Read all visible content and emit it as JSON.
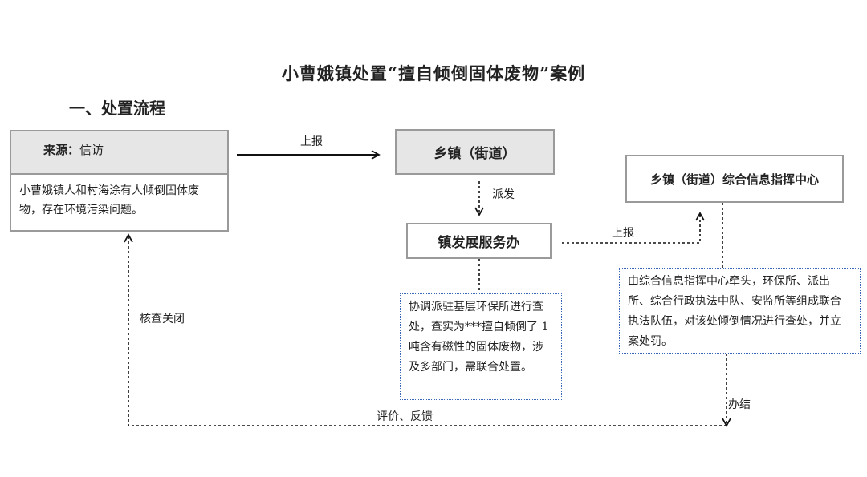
{
  "title": "小曹娥镇处置“擅自倾倒固体废物”案例",
  "section": "一、处置流程",
  "source_box": {
    "label": "来源：",
    "value": "信访",
    "description": "小曹娥镇人和村海涂有人倾倒固体废物，存在环境污染问题。"
  },
  "township_box": "乡镇（街道）",
  "office_box": "镇发展服务办",
  "command_center_box": "乡镇（街道）综合信息指挥中心",
  "coord_note": "协调派驻基层环保所进行查处，查实为***擅自倾倒了 1 吨含有磁性的固体废物，涉及多部门，需联合处置。",
  "joint_note": "由综合信息指挥中心牵头，环保所、派出所、综合行政执法中队、安监所等组成联合执法队伍，对该处倾倒情况进行查处，并立案处罚。",
  "edges": {
    "report_1": "上报",
    "dispatch": "派发",
    "report_2": "上报",
    "done": "办结",
    "feedback": "评价、反馈",
    "close": "核查关闭"
  }
}
